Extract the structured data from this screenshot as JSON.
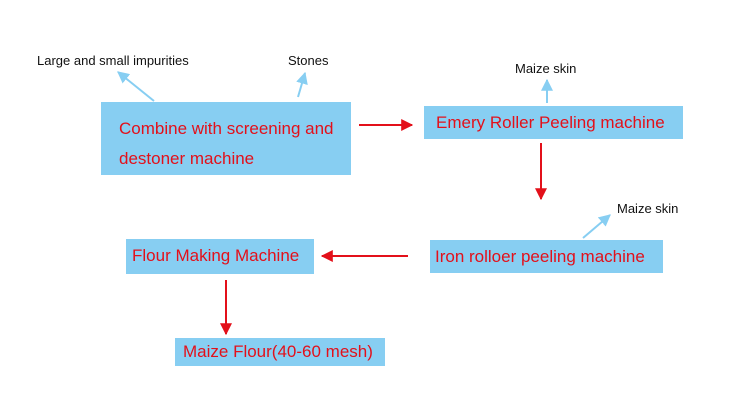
{
  "colors": {
    "box_fill": "#87cef2",
    "box_text": "#e3101a",
    "flow_arrow": "#e3101a",
    "byproduct_arrow": "#87cef2",
    "note_text": "#111111"
  },
  "nodes": {
    "combine": {
      "line1": "Combine with screening and",
      "line2": "destoner machine"
    },
    "emery": {
      "label": "Emery Roller Peeling machine"
    },
    "iron": {
      "label": "Iron rolloer  peeling machine"
    },
    "flour_making": {
      "label": "Flour Making Machine"
    },
    "maize_flour": {
      "label": "Maize Flour(40-60 mesh)"
    }
  },
  "byproducts": {
    "impurities": "Large and small impurities",
    "stones": "Stones",
    "maize_skin_1": "Maize skin",
    "maize_skin_2": "Maize skin"
  },
  "edges": [
    {
      "from": "combine",
      "to": "emery",
      "type": "flow"
    },
    {
      "from": "emery",
      "to": "iron",
      "type": "flow"
    },
    {
      "from": "iron",
      "to": "flour_making",
      "type": "flow"
    },
    {
      "from": "flour_making",
      "to": "maize_flour",
      "type": "flow"
    },
    {
      "from": "combine",
      "to": "impurities",
      "type": "byproduct"
    },
    {
      "from": "combine",
      "to": "stones",
      "type": "byproduct"
    },
    {
      "from": "emery",
      "to": "maize_skin_1",
      "type": "byproduct"
    },
    {
      "from": "iron",
      "to": "maize_skin_2",
      "type": "byproduct"
    }
  ]
}
